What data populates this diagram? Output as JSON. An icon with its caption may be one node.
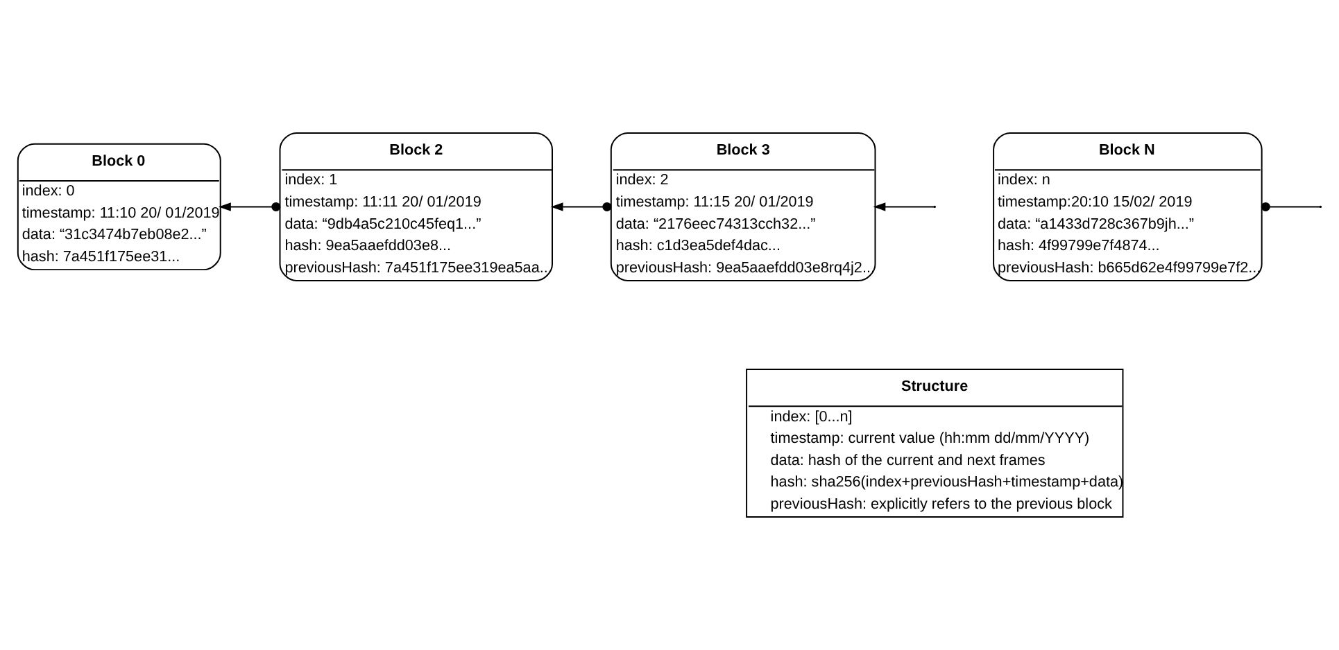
{
  "diagram": {
    "nodes": [
      {
        "text": [
          "Block 0",
          "index: 0",
          "timestamp: 11:10 20/ 01/2019",
          "data: “31c3474b7eb08e2...”",
          "hash: 7a451f175ee31..."
        ]
      },
      {
        "text": [
          "Block 2",
          "index: 1",
          "timestamp: 11:11 20/ 01/2019",
          "data: “9db4a5c210c45feq1...”",
          "hash: 9ea5aaefdd03e8...",
          "previousHash: 7a451f175ee319ea5aa..."
        ]
      },
      {
        "text": [
          "Block 3",
          "index: 2",
          "timestamp: 11:15 20/ 01/2019",
          "data: “2176eec74313cch32...”",
          "hash: c1d3ea5def4dac...",
          "previousHash: 9ea5aaefdd03e8rq4j2..."
        ]
      },
      {
        "text": [
          "Block N",
          "index: n",
          "timestamp:20:10 15/02/ 2019",
          "data: “a1433d728c367b9jh...”",
          "hash: 4f99799e7f4874...",
          "previousHash: b665d62e4f99799e7f2..."
        ]
      },
      {
        "text": [
          "Structure",
          "index: [0...n]",
          "timestamp: current value (hh:mm dd/mm/YYYY)",
          "data: hash of the current and next frames",
          "hash: sha256(index+previousHash+timestamp+data)",
          "previousHash: explicitly refers to the previous block"
        ]
      }
    ],
    "edges": [
      {
        "from": 1,
        "to": 0,
        "arrow": "to"
      },
      {
        "from": 2,
        "to": 1,
        "arrow": "to"
      },
      {
        "from": null,
        "to": 2,
        "arrow": "to"
      },
      {
        "from": 3,
        "to": null,
        "arrow": "other"
      }
    ]
  }
}
